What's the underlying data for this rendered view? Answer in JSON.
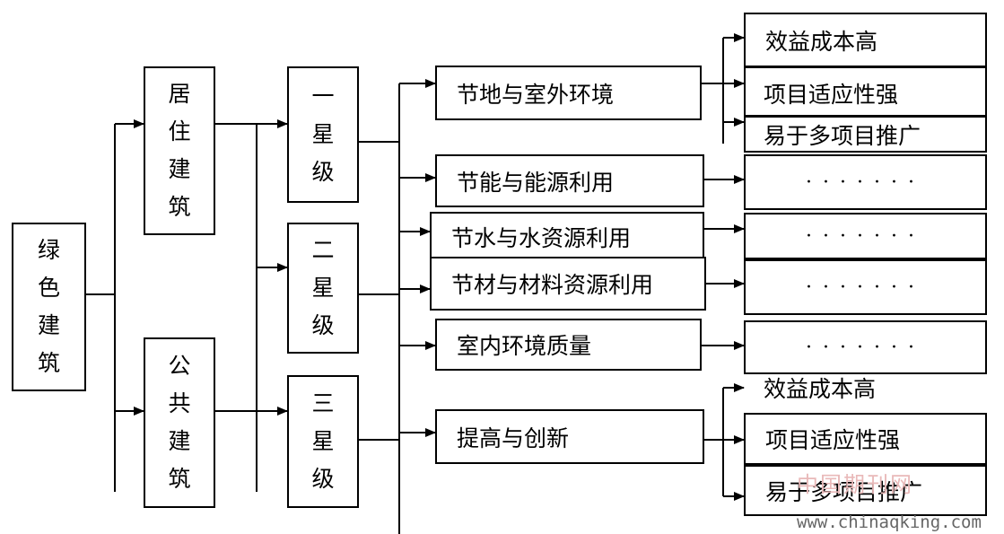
{
  "root": "绿色建筑",
  "building_types": [
    "居住建筑",
    "公共建筑"
  ],
  "star_levels": [
    "一星级",
    "二星级",
    "三星级"
  ],
  "categories": [
    "节地与室外环境",
    "节能与能源利用",
    "节水与水资源利用",
    "节材与材料资源利用",
    "室内环境质量",
    "提高与创新"
  ],
  "criteria_top": [
    "效益成本高",
    "项目适应性强",
    "易于多项目推广"
  ],
  "placeholder": "·······",
  "criteria_bottom": [
    "效益成本高",
    "项目适应性强",
    "易于多项目推广"
  ],
  "watermark": {
    "cn": "中国期刊网",
    "url": "www.chinaqking.com"
  }
}
